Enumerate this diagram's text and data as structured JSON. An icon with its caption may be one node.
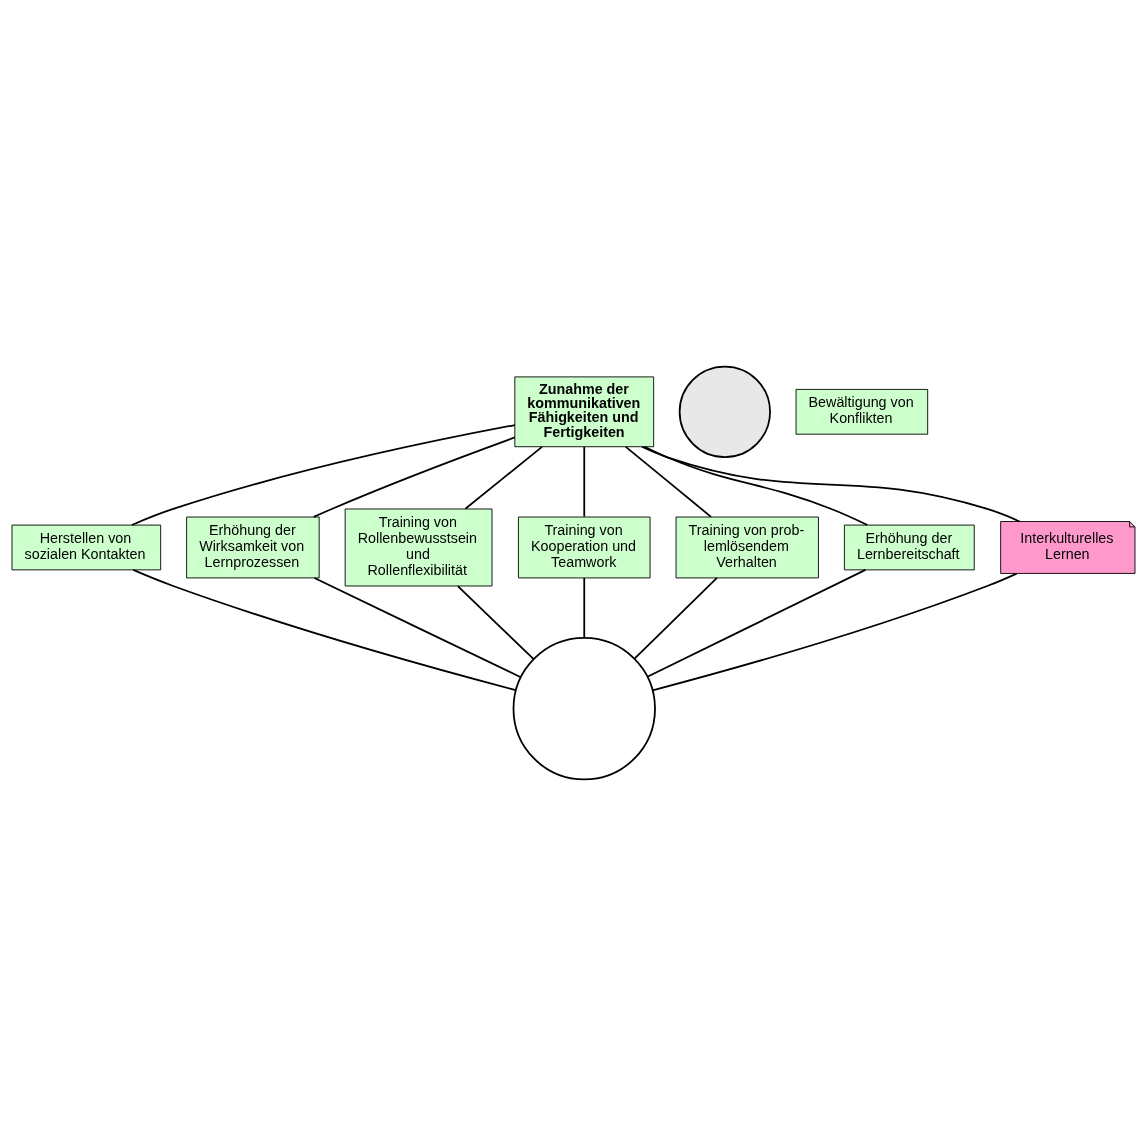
{
  "diagram": {
    "nodes": [
      {
        "text": [],
        "shape": "circle"
      },
      {
        "text": [],
        "shape": "circle"
      },
      {
        "text": [
          "Herstellen von sozialen Kontakten"
        ]
      },
      {
        "text": [
          "Erhöhung der Wirksamkeit von Lernprozessen"
        ]
      },
      {
        "text": [
          "Training von Rollenbewusstsein und Rollenflexibilität"
        ]
      },
      {
        "text": [
          "Zunahme der kommunikativen Fähigkeiten und Fertigkeiten"
        ]
      },
      {
        "text": [
          "Bewältigung von Konflikten"
        ]
      },
      {
        "text": [
          "Training von Kooperation und Teamwork"
        ]
      },
      {
        "text": [
          "Training von prob- lemlösendem Verhalten"
        ]
      },
      {
        "text": [
          "Erhöhung der Lernbereitschaft"
        ]
      },
      {
        "text": [
          "Interkulturelles Lernen"
        ]
      }
    ],
    "edges": [
      {
        "from": 5,
        "to": 2,
        "arrow": "none"
      },
      {
        "from": 5,
        "to": 3,
        "arrow": "none"
      },
      {
        "from": 5,
        "to": 4,
        "arrow": "none"
      },
      {
        "from": 5,
        "to": 7,
        "arrow": "none"
      },
      {
        "from": 5,
        "to": 8,
        "arrow": "none"
      },
      {
        "from": 5,
        "to": 9,
        "arrow": "none"
      },
      {
        "from": 5,
        "to": 10,
        "arrow": "none"
      },
      {
        "from": 2,
        "to": 0,
        "arrow": "none"
      },
      {
        "from": 3,
        "to": 0,
        "arrow": "none"
      },
      {
        "from": 4,
        "to": 0,
        "arrow": "none"
      },
      {
        "from": 7,
        "to": 0,
        "arrow": "none"
      },
      {
        "from": 8,
        "to": 0,
        "arrow": "none"
      },
      {
        "from": 9,
        "to": 0,
        "arrow": "none"
      },
      {
        "from": 10,
        "to": 0,
        "arrow": "none"
      }
    ]
  }
}
